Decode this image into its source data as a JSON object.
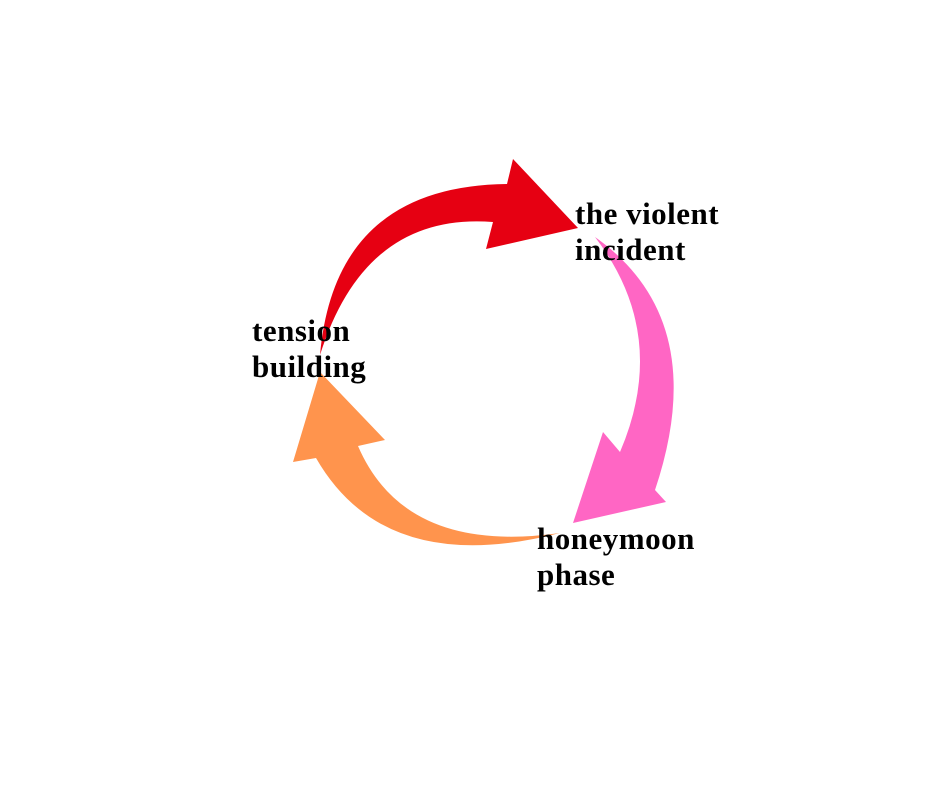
{
  "diagram": {
    "type": "cycle",
    "stages": [
      {
        "line1": "the violent",
        "line2": "incident",
        "arrow_color": "#e60012"
      },
      {
        "line1": "honeymoon",
        "line2": "phase",
        "arrow_color": "#ff66c4"
      },
      {
        "line1": "tension",
        "line2": "building",
        "arrow_color": "#ff944d"
      }
    ]
  }
}
